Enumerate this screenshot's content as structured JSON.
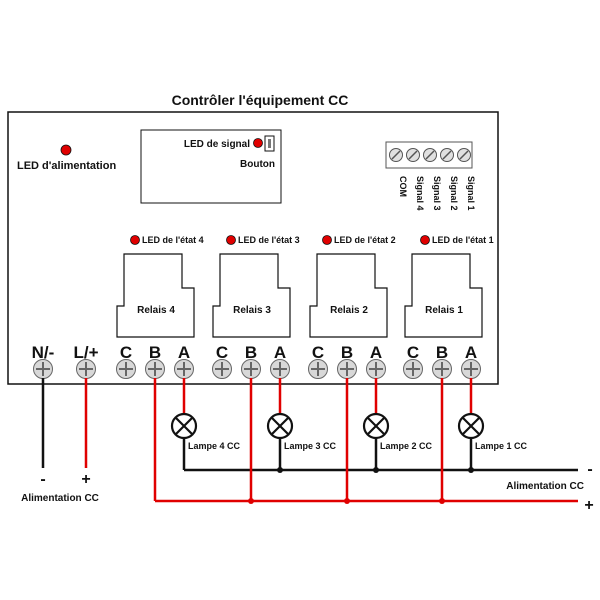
{
  "title": "Contrôler l'équipement CC",
  "power_led_label": "LED d'alimentation",
  "signal_led_label": "LED de signal",
  "button_label": "Bouton",
  "signal_terminals": [
    "COM",
    "Signal 4",
    "Signal 3",
    "Signal 2",
    "Signal 1"
  ],
  "relays": [
    {
      "status_led_label": "LED de l'état 4",
      "relay_label": "Relais 4"
    },
    {
      "status_led_label": "LED de l'état 3",
      "relay_label": "Relais 3"
    },
    {
      "status_led_label": "LED de l'état 2",
      "relay_label": "Relais 2"
    },
    {
      "status_led_label": "LED de l'état 1",
      "relay_label": "Relais 1"
    }
  ],
  "power_terminals": [
    "N/-",
    "L/+"
  ],
  "relay_terminals": [
    "C",
    "B",
    "A"
  ],
  "lamps": [
    "Lampe 4 CC",
    "Lampe 3 CC",
    "Lampe 2 CC",
    "Lampe 1 CC"
  ],
  "supply_minus": "-",
  "supply_plus": "+",
  "supply_label": "Alimentation CC",
  "load_supply_label": "Alimentation CC",
  "load_minus": "-",
  "load_plus": "+",
  "colors": {
    "wire_red": "#e00000",
    "wire_black": "#111111",
    "led_red": "#e00000",
    "terminal_fill": "#d8d8d8"
  }
}
